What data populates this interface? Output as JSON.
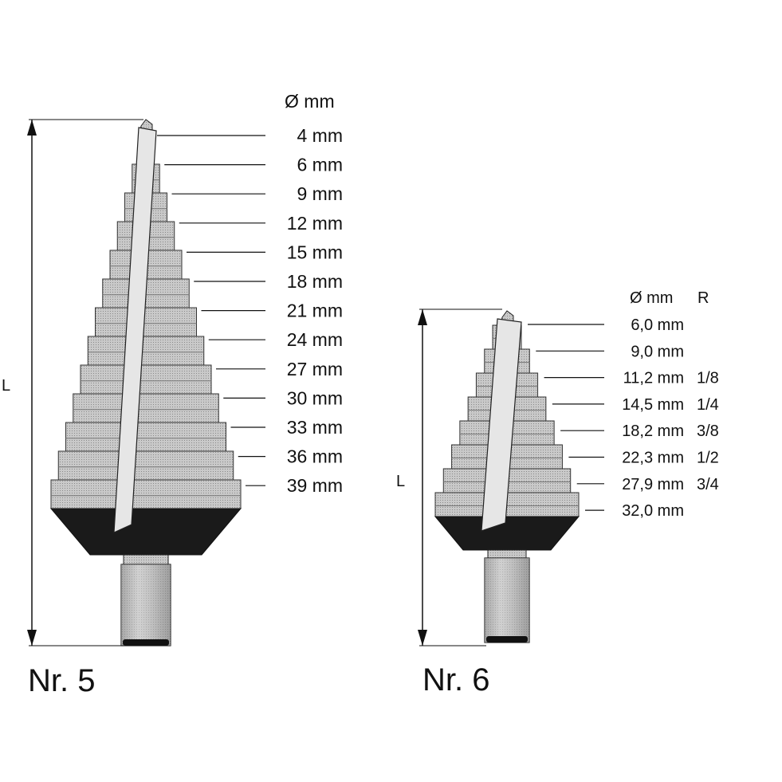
{
  "drill5": {
    "title": "Nr. 5",
    "length_label": "L",
    "header": "Ø mm",
    "steps": [
      "4 mm",
      "6 mm",
      "9 mm",
      "12 mm",
      "15 mm",
      "18 mm",
      "21 mm",
      "24 mm",
      "27 mm",
      "30 mm",
      "33 mm",
      "36 mm",
      "39 mm"
    ]
  },
  "drill6": {
    "title": "Nr. 6",
    "length_label": "L",
    "header_mm": "Ø mm",
    "header_r": "R",
    "steps": [
      {
        "mm": "6,0 mm",
        "r": ""
      },
      {
        "mm": "9,0 mm",
        "r": ""
      },
      {
        "mm": "11,2 mm",
        "r": "1/8"
      },
      {
        "mm": "14,5 mm",
        "r": "1/4"
      },
      {
        "mm": "18,2 mm",
        "r": "3/8"
      },
      {
        "mm": "22,3 mm",
        "r": "1/2"
      },
      {
        "mm": "27,9 mm",
        "r": "3/4"
      },
      {
        "mm": "32,0 mm",
        "r": ""
      }
    ]
  },
  "colors": {
    "ink": "#111111",
    "steel": "#b9b9b9",
    "steel_light": "#d6d6d6",
    "collar": "#1a1a1a"
  }
}
